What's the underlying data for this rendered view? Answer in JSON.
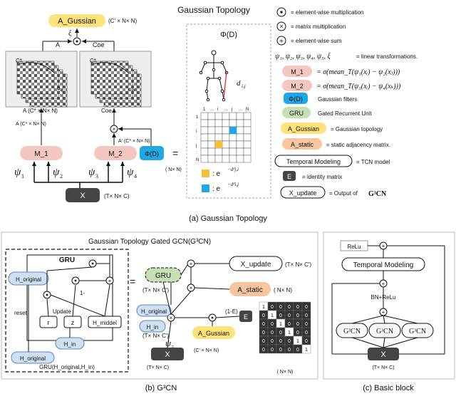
{
  "top_panel": {
    "title": "Gaussian Topology",
    "caption": "(a) Gaussian Topology",
    "a_gussian": "A_Gussian",
    "a_gussian_dim": "(C' × N× N)",
    "xi": "ξ",
    "a_label": "A",
    "coe_label": "Coe",
    "c_star": "C*",
    "a_ij": "a",
    "coe_ij": "Coe",
    "a_dim": "A (C* × N× N)",
    "coe_dim": "Coe",
    "a_prime_dim": "A' (C* × N× N)",
    "a_small_dim": "A (C* × N× N)",
    "m1": "M_1",
    "m2": "M_2",
    "phi": "Φ(D)",
    "phi_dim": "( N× N)",
    "equals": "=",
    "psi1": "ψ",
    "psi2": "ψ",
    "psi3": "ψ",
    "psi4": "ψ",
    "x": "X",
    "x_dim": "(T× N× C)",
    "phi_box_title": "Φ(D)",
    "d_ij": "d",
    "grid_ticks": [
      "1",
      "...",
      "i",
      "...",
      "j",
      "...",
      "N"
    ],
    "grid_row_ticks": [
      "1",
      ":",
      "i",
      ":",
      "j",
      ":",
      "N"
    ],
    "exp_j": ": e",
    "exp_i": ": e"
  },
  "legend": {
    "items": [
      {
        "sym": "⊙",
        "text": "= element-wise multiplication"
      },
      {
        "sym": "⊗",
        "text": "= matrix multiplication"
      },
      {
        "sym": "+",
        "text": "= element-wise sum"
      }
    ],
    "psi_line": "ψ₁, ψ₂, ψ₃, ψ₄, ψ₅, ξ",
    "psi_text": "= linear transformations.",
    "m1": "M_1",
    "m2": "M_2",
    "m1_formula": "= σ(mean_T(ψ₁(xᵢ) − ψ₂(xⱼ)))",
    "m2_formula": "= σ(mean_T(ψ₃(xᵢ) − ψ₄(xₖ)))",
    "phi": "Φ(D)",
    "phi_text": "Gaussian filters",
    "gru": "GRU",
    "gru_text": "Gated Recurrent Unit",
    "a_gussian": "A_Gussian",
    "a_gussian_text": "= Gaussian topology",
    "a_static": "A_static",
    "a_static_text": "= static adjacency matrix.",
    "temporal": "Temporal Modeling",
    "temporal_text": "= TCN model",
    "e": "E",
    "e_text": "= identity matrix",
    "x_update": "X_update",
    "x_update_text": "= Output of",
    "g3cn": "G³CN"
  },
  "bottom_left": {
    "title": "Gaussian Topology Gated GCN(G³CN)",
    "caption": "(b)  G³CN",
    "gru_title": "GRU",
    "h_original": "H_original",
    "one_minus": "1-",
    "reset": "reset",
    "update": "Update",
    "r": "r",
    "z": "z",
    "h_middel": "H_middel",
    "h_in": "H_in",
    "h_original_bottom": "H_original",
    "gru_fn": "GRU(H_original,H_in)",
    "equals": "=",
    "gru": "GRU",
    "gru_dim": "(T× N× C')",
    "x_update": "X_update",
    "x_update_dim": "(T× N× C')",
    "a_static": "A_static",
    "a_static_dim": "( N× N)",
    "h_original2": "H_original",
    "h_in2": "H_in",
    "h_dim": "(T× N× C')",
    "one_minus_e": "(1-E)",
    "e": "E",
    "a_gussian": "A_Gussian",
    "a_gussian_dim": "(C' × N× N)",
    "psi5": "ψ",
    "x": "X",
    "x_dim": "(T× N× C)",
    "matrix_dim": "( N× N)",
    "matrix": [
      [
        "1",
        "0",
        "0",
        "0",
        "0",
        "0"
      ],
      [
        "0",
        "1",
        "0",
        "0",
        "0",
        "0"
      ],
      [
        "0",
        "0",
        "1",
        "0",
        "0",
        "0"
      ],
      [
        "0",
        "0",
        "0",
        "1",
        "0",
        "0"
      ],
      [
        "0",
        "0",
        "0",
        "0",
        "1",
        "0"
      ],
      [
        "0",
        "0",
        "0",
        "0",
        "0",
        "1"
      ]
    ]
  },
  "bottom_right": {
    "caption": "(c) Basic block",
    "relu": "ReLu",
    "temporal": "Temporal Modeling",
    "bn_relu": "BN+ReLu",
    "g3cn": "G³CN",
    "x": "X",
    "x_dim": "(T× N× C)"
  },
  "colors": {
    "pink": "#f4c7c3",
    "yellow": "#ffe27a",
    "blue": "#1fa7e6",
    "green": "#c6dfb4",
    "orange": "#f7c6a0",
    "dark": "#444444",
    "gray": "#bfbfbf"
  }
}
